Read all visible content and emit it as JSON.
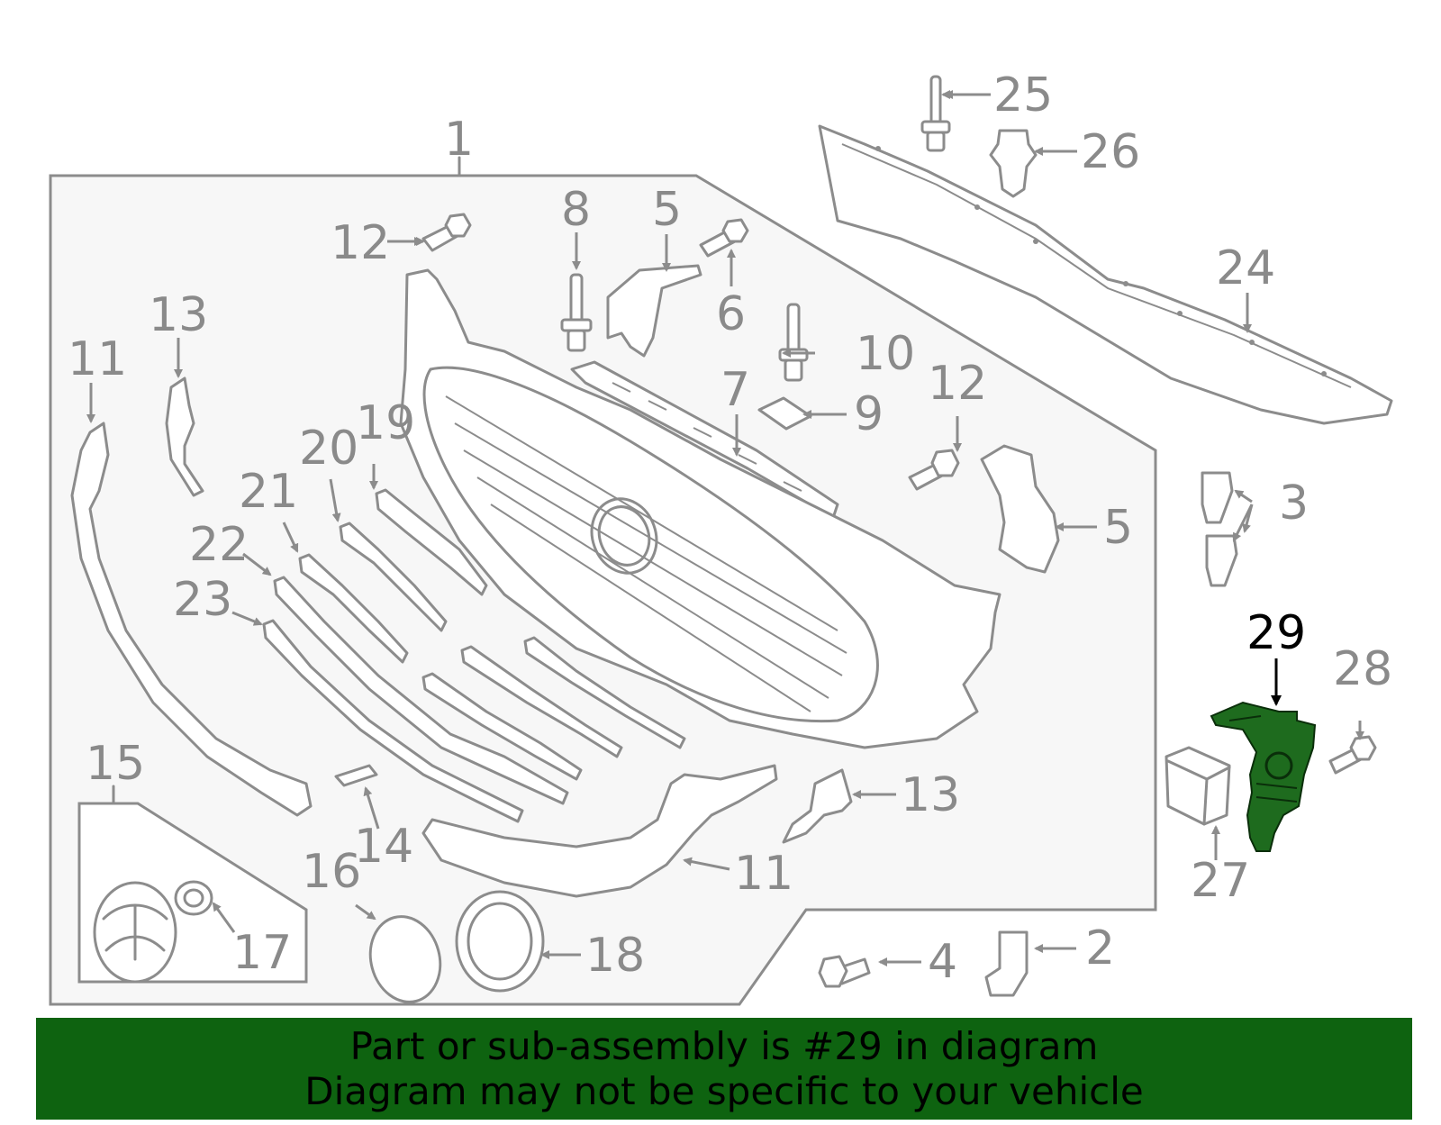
{
  "callouts": {
    "c1": "1",
    "c2": "2",
    "c3": "3",
    "c4": "4",
    "c5a": "5",
    "c5b": "5",
    "c6": "6",
    "c7": "7",
    "c8": "8",
    "c9": "9",
    "c10": "10",
    "c11a": "11",
    "c11b": "11",
    "c12a": "12",
    "c12b": "12",
    "c13a": "13",
    "c13b": "13",
    "c14": "14",
    "c15": "15",
    "c16": "16",
    "c17": "17",
    "c18": "18",
    "c19": "19",
    "c20": "20",
    "c21": "21",
    "c22": "22",
    "c23": "23",
    "c24": "24",
    "c25": "25",
    "c26": "26",
    "c27": "27",
    "c28": "28",
    "c29": "29"
  },
  "highlight": {
    "part_number": "29",
    "color": "#1e6b1e"
  },
  "banner": {
    "line1": "Part or sub-assembly is #29 in diagram",
    "line2": "Diagram may not be specific to your vehicle",
    "background": "#0e6310"
  }
}
